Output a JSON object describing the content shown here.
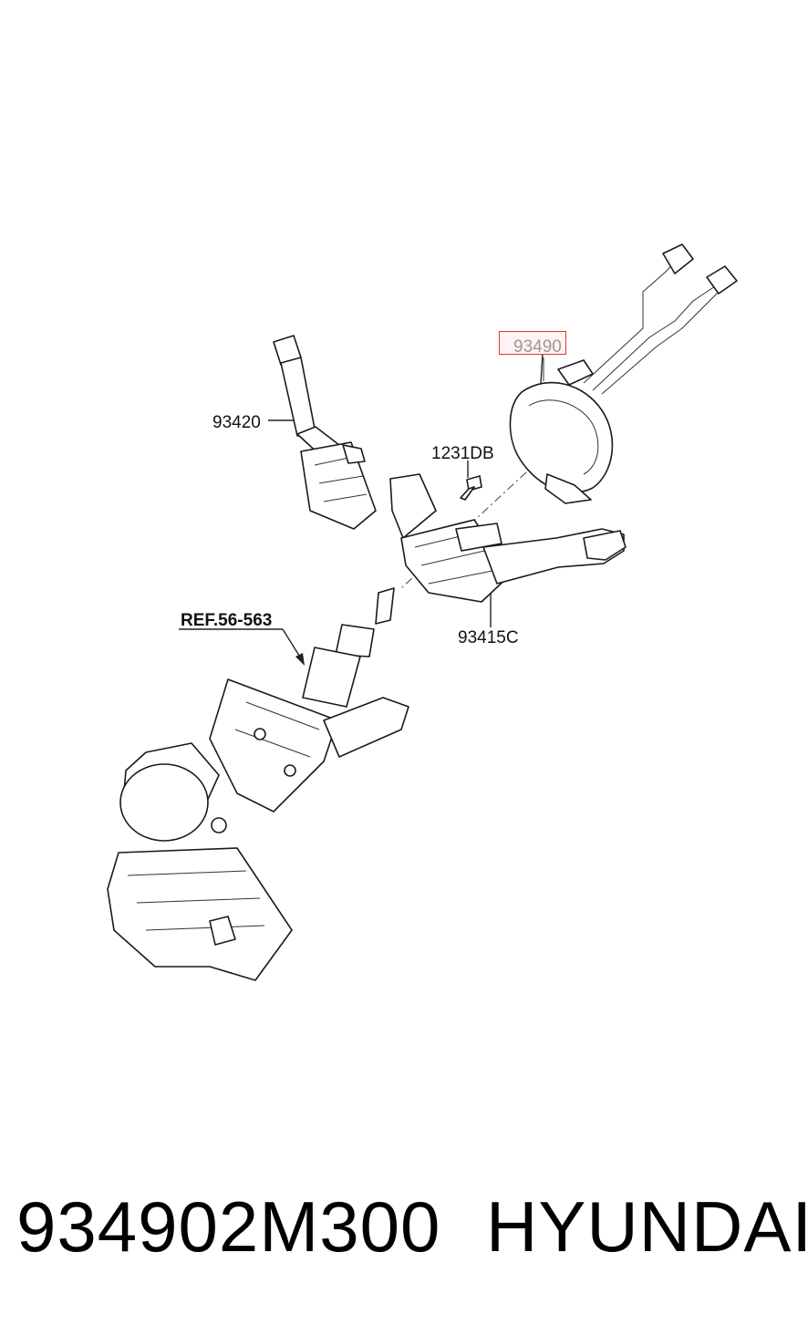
{
  "callouts": {
    "clock_spring": "93490",
    "wiper_switch": "93420",
    "bolt": "1231DB",
    "multifunction_switch": "93415C",
    "reference": "REF.56-563"
  },
  "highlight": {
    "part": "93490",
    "color": "#e0342c"
  },
  "footer": {
    "part_number": "934902M300",
    "brand": "HYUNDAI"
  }
}
